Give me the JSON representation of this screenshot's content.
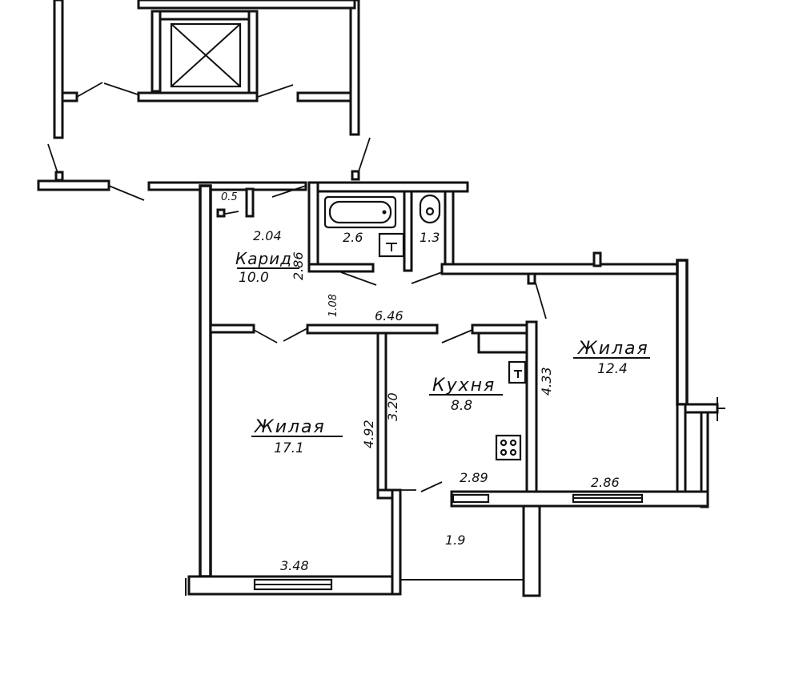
{
  "rooms": {
    "living_large": {
      "name": "Жилая",
      "area": "17.1"
    },
    "living_small": {
      "name": "Жилая",
      "area": "12.4"
    },
    "kitchen": {
      "name": "Кухня",
      "area": "8.8"
    },
    "corridor": {
      "name": "Карид",
      "area": "10.0"
    },
    "bath": {
      "area": "2.6"
    },
    "wc": {
      "area": "1.3"
    },
    "closet": {
      "area": "0.5"
    },
    "balcony": {
      "area": "1.9"
    }
  },
  "dimensions": {
    "corridor_width": "2.04",
    "corridor_height": "2.86",
    "passage": "1.08",
    "corridor_length": "6.46",
    "living_large_depth": "4.92",
    "kitchen_depth": "3.20",
    "living_small_depth": "4.33",
    "kitchen_width": "2.89",
    "living_small_width": "2.86",
    "living_large_width": "3.48"
  }
}
